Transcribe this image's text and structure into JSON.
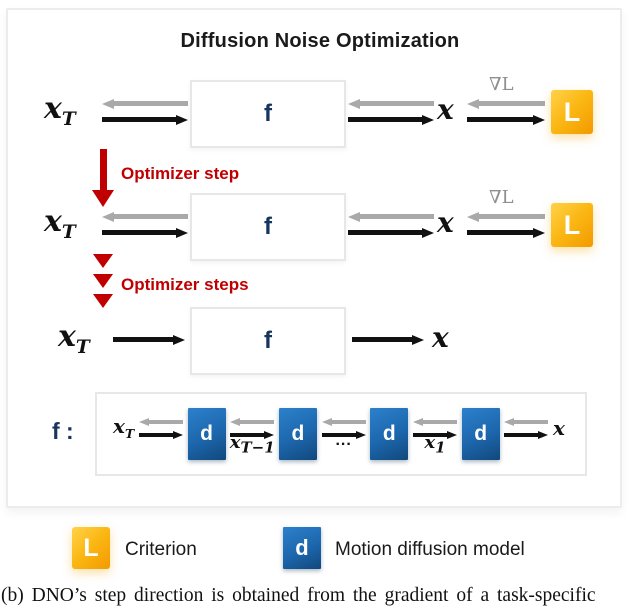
{
  "title": "Diffusion Noise Optimization",
  "flow": {
    "xT_base": "x",
    "xT_sub": "T",
    "f_label": "f",
    "x_label": "x",
    "grad_label": "∇L",
    "criterion_symbol": "L"
  },
  "optimizer": {
    "single_step": "Optimizer step",
    "multi_steps": "Optimizer steps"
  },
  "expansion": {
    "prefix": "f :",
    "d_label": "d",
    "xT_base": "x",
    "xT_sub": "T",
    "xTm1_base": "x",
    "xTm1_sub": "T−1",
    "dots": "...",
    "x1_base": "x",
    "x1_sub": "1",
    "x_label": "x"
  },
  "legend": {
    "criterion_symbol": "L",
    "criterion_text": "Criterion",
    "model_symbol": "d",
    "model_text": "Motion diffusion model"
  },
  "caption": "(b) DNO’s step direction is obtained from the gradient of a task-specific",
  "colors": {
    "criterion_gradient": [
      "#FFD24A",
      "#F29A00"
    ],
    "model_gradient": [
      "#2C81CC",
      "#12487C"
    ],
    "f_text": "#17365D",
    "optimizer_red": "#C00000",
    "arrow_gray": "#A9A9A9",
    "arrow_black": "#111111",
    "box_border": "#E7E7E7"
  }
}
